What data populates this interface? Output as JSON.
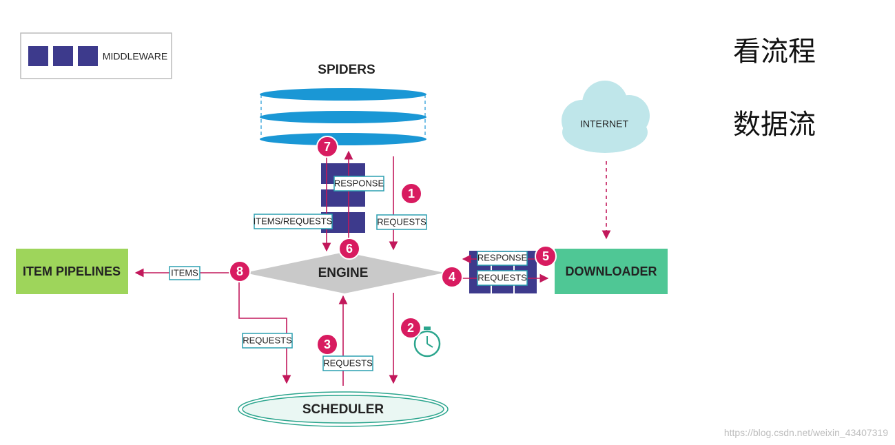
{
  "legend": {
    "label": "MIDDLEWARE"
  },
  "components": {
    "spiders": "SPIDERS",
    "engine": "ENGINE",
    "scheduler": "SCHEDULER",
    "downloader": "DOWNLOADER",
    "item_pipelines": "ITEM PIPELINES",
    "internet": "INTERNET"
  },
  "flow_labels": {
    "requests_1": "REQUESTS",
    "response_spider": "RESPONSE",
    "items_requests": "ITEMS/REQUESTS",
    "items": "ITEMS",
    "requests_8": "REQUESTS",
    "requests_3": "REQUESTS",
    "response_downloader": "RESPONSE",
    "requests_4": "REQUESTS"
  },
  "steps": [
    "1",
    "2",
    "3",
    "4",
    "5",
    "6",
    "7",
    "8"
  ],
  "side_notes": {
    "line1": "看流程",
    "line2": "数据流"
  },
  "watermark": "https://blog.csdn.net/weixin_43407319",
  "colors": {
    "middleware": "#3d3a8c",
    "badge": "#d81b60",
    "arrow": "#c2185b",
    "spiders": "#1a97d5",
    "engine": "#c9c9c9",
    "downloader": "#4fc795",
    "item_pipelines": "#9ed55b",
    "internet": "#bfe6ea",
    "scheduler": "#2ba58d",
    "label_border": "#2b9fb0"
  }
}
